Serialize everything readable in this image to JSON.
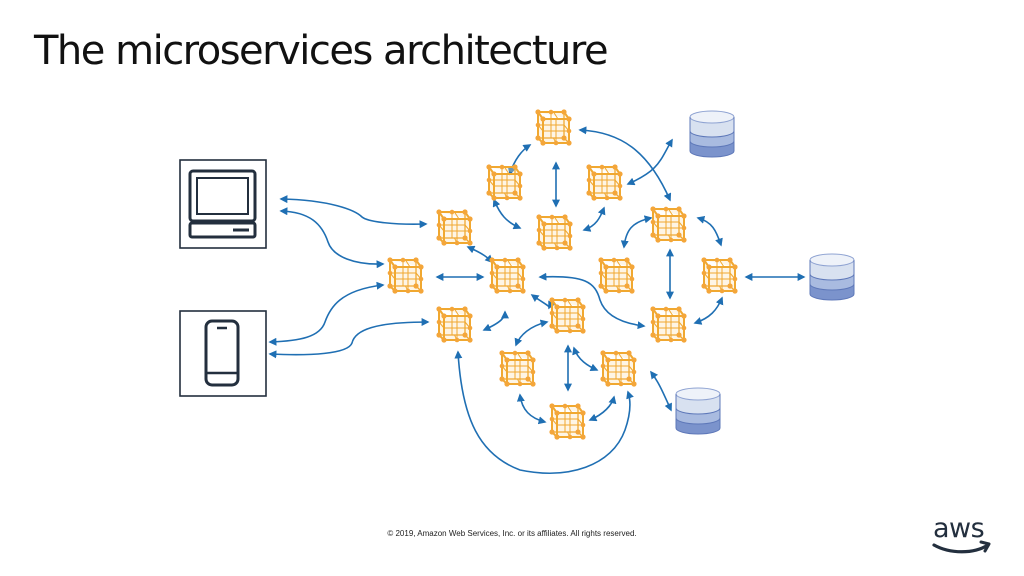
{
  "slide": {
    "title": "The microservices architecture",
    "footer": "© 2019, Amazon Web Services, Inc. or its affiliates. All rights reserved.",
    "logo_text": "aws"
  },
  "colors": {
    "node": "#f0a830",
    "node_fill": "#fde3b5",
    "arrow": "#1f6fb3",
    "device_border": "#232f3e",
    "db_top": "#d8e1f0",
    "db_mid": "#a9bbe0",
    "db_bottom": "#7b93cc",
    "logo_smile": "#232f3e"
  },
  "diagram": {
    "clients": [
      {
        "icon": "desktop-computer-icon"
      },
      {
        "icon": "mobile-phone-icon"
      }
    ],
    "microservices_count": 16,
    "databases_count": 3
  }
}
